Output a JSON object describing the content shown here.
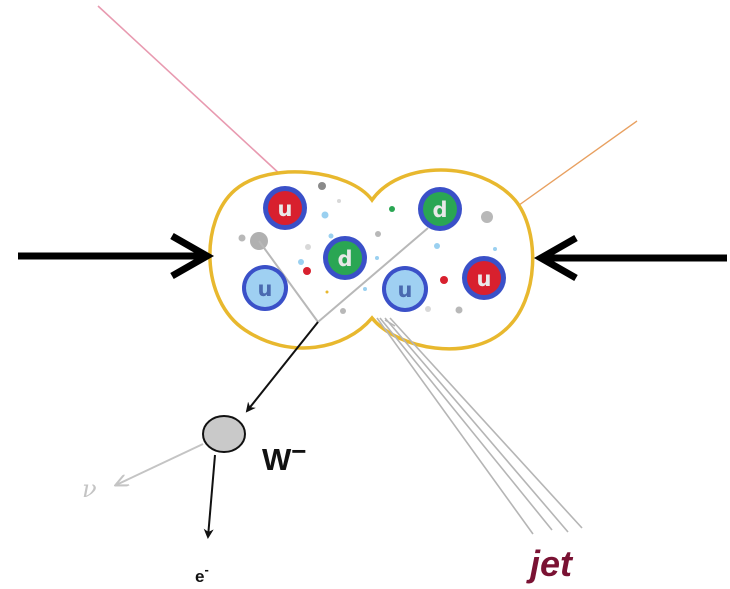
{
  "diagram": {
    "quarks": {
      "proton_left": [
        {
          "flavor": "u",
          "color": "#d8202e"
        },
        {
          "flavor": "d",
          "color": "#2aa653"
        },
        {
          "flavor": "u",
          "color": "#9fd0f2"
        }
      ],
      "proton_right": [
        {
          "flavor": "d",
          "color": "#2aa653"
        },
        {
          "flavor": "u",
          "color": "#9fd0f2"
        },
        {
          "flavor": "u",
          "color": "#d8202e"
        }
      ]
    },
    "labels": {
      "boson": "W",
      "boson_charge": "−",
      "neutrino": "ν",
      "electron": "e",
      "electron_charge": "-",
      "jet": "jet"
    },
    "colors": {
      "proton_outline": "#e8b82e",
      "quark_ring": "#3a50c8",
      "jet_label": "#7a1233",
      "beam_arrow": "#000000"
    }
  }
}
